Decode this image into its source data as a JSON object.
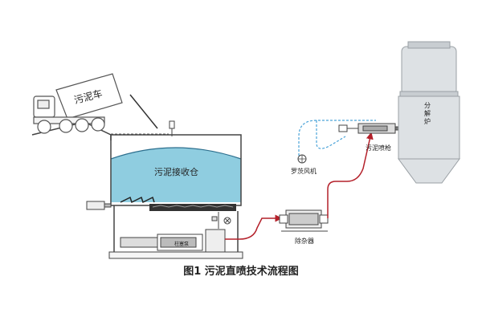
{
  "labels": {
    "truck": "污泥车",
    "tank": "污泥接收仓",
    "fan": "罗茨风机",
    "gun": "污泥喷枪",
    "filter": "除杂器",
    "furnace_1": "分",
    "furnace_2": "解",
    "furnace_3": "炉",
    "pump": "柱塞泵"
  },
  "caption": "图1  污泥直喷技术流程图",
  "colors": {
    "tank_fill": "#8fcde0",
    "pipe_red": "#b4202a",
    "air_blue": "#4aa3d8",
    "line": "#444444"
  }
}
